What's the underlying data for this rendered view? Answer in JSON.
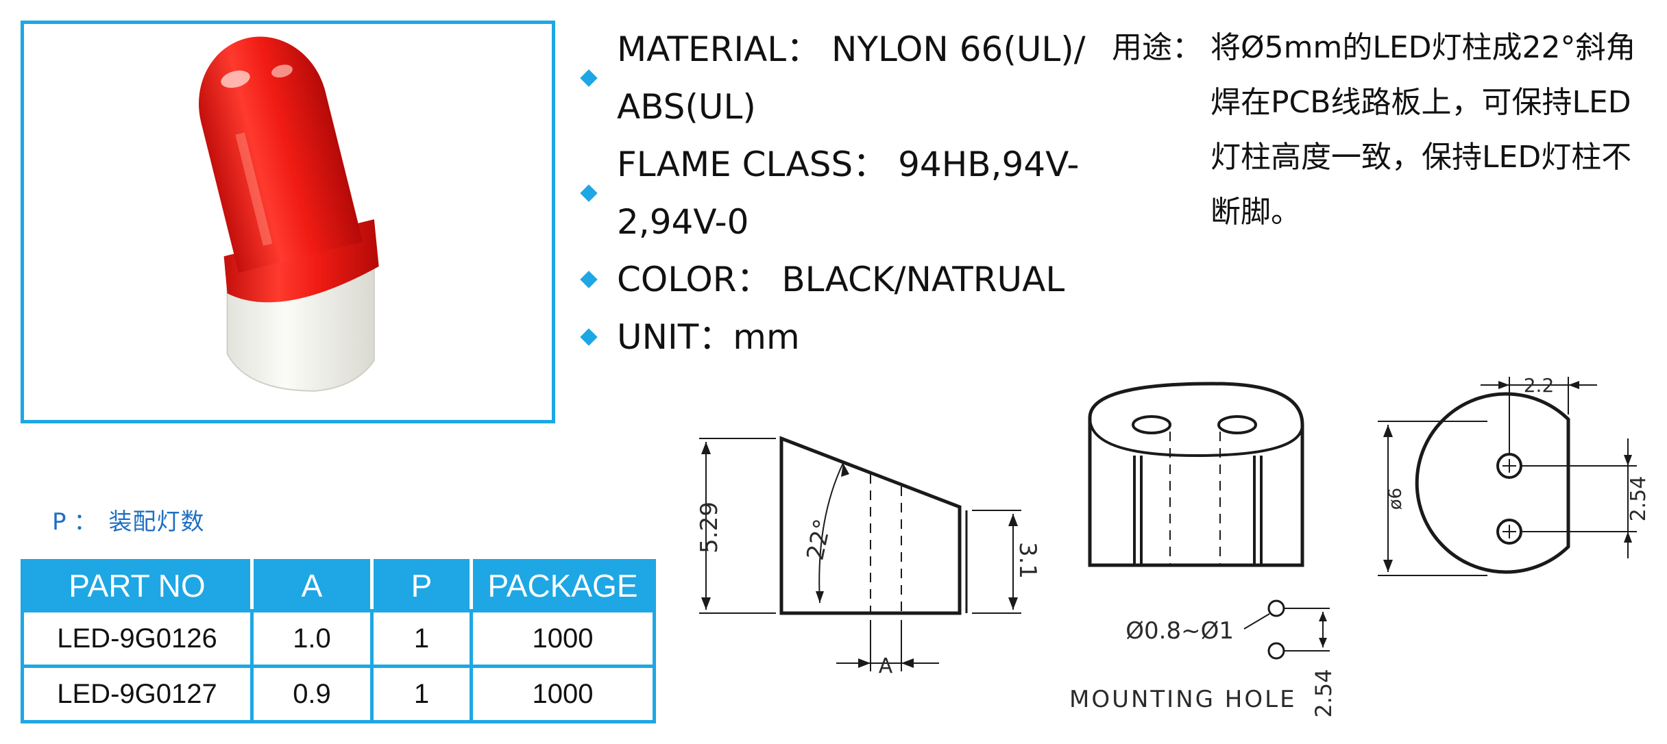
{
  "specs": [
    {
      "text": "MATERIAL： NYLON 66(UL)/ ABS(UL)"
    },
    {
      "text": "FLAME CLASS： 94HB,94V-2,94V-0"
    },
    {
      "text": "COLOR： BLACK/NATRUAL"
    },
    {
      "text": "UNIT：mm"
    }
  ],
  "usage": {
    "label": "用途：",
    "text": "将Ø5mm的LED灯柱成22°斜角焊在PCB线路板上，可保持LED灯柱高度一致，保持LED灯柱不断脚。"
  },
  "note": {
    "key": "P",
    "sep": "：",
    "value": "装配灯数"
  },
  "table": {
    "headers": [
      "PART NO",
      "A",
      "P",
      "PACKAGE"
    ],
    "rows": [
      [
        "LED-9G0126",
        "1.0",
        "1",
        "1000"
      ],
      [
        "LED-9G0127",
        "0.9",
        "1",
        "1000"
      ]
    ]
  },
  "drawing": {
    "side_height": "5.29",
    "angle": "22°",
    "short_height": "3.1",
    "width_label": "A",
    "top_offset": "2.2",
    "pitch": "2.54",
    "diameter": "ø6",
    "hole_spec": "Ø0.8~Ø1",
    "hole_pitch": "2.54",
    "mounting_label": "MOUNTING  HOLE"
  },
  "colors": {
    "accent": "#1ea7e4",
    "note": "#1f6fc1",
    "led_red": "#e8231e",
    "spacer": "#f2f2ee"
  }
}
